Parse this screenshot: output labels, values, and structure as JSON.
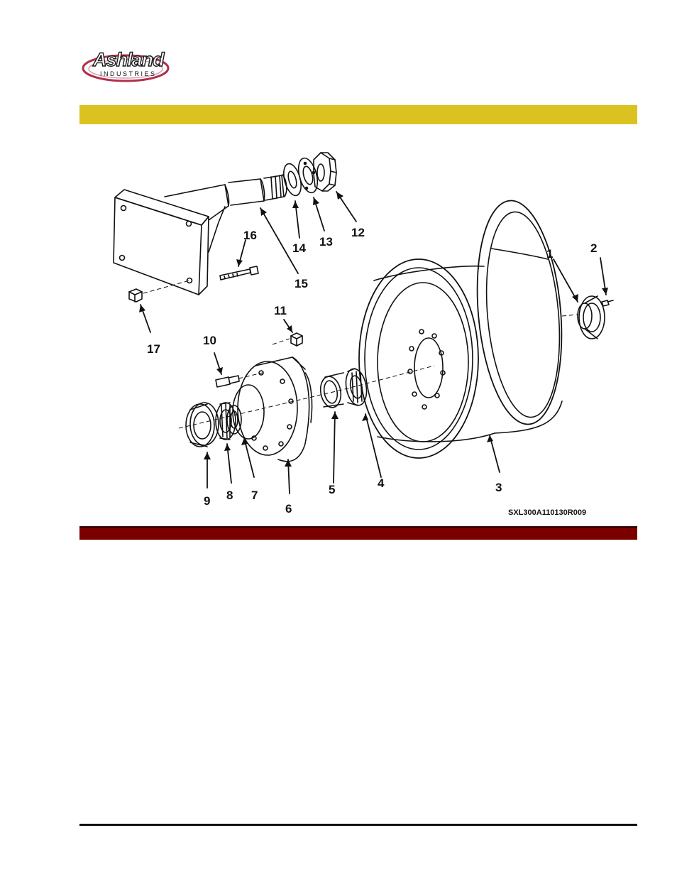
{
  "logo": {
    "brand": "Ashland",
    "sub": "INDUSTRIES"
  },
  "diagram": {
    "drawing_id": "SXL300A110130R009",
    "callouts": [
      "1",
      "2",
      "3",
      "4",
      "5",
      "6",
      "7",
      "8",
      "9",
      "10",
      "11",
      "12",
      "13",
      "14",
      "15",
      "16",
      "17"
    ]
  },
  "colors": {
    "header_bar": "#dcc220",
    "section_bar": "#7a0000",
    "logo_swoosh": "#b0304a"
  }
}
